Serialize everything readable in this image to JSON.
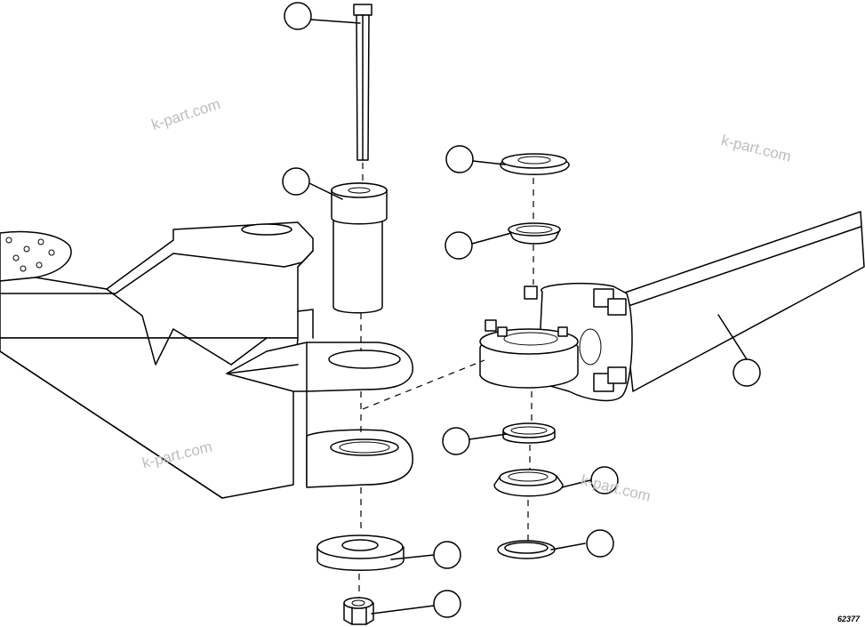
{
  "drawing": {
    "reference_number": "62377",
    "watermarks": [
      "k-part.com",
      "k-part.com",
      "k-part.com",
      "k-part.com"
    ]
  },
  "parts": [
    {
      "id": "bolt",
      "label": ""
    },
    {
      "id": "bushing",
      "label": ""
    },
    {
      "id": "upper-dust-cap",
      "label": ""
    },
    {
      "id": "upper-bearing",
      "label": ""
    },
    {
      "id": "steering-arm",
      "label": ""
    },
    {
      "id": "lower-bearing",
      "label": ""
    },
    {
      "id": "lower-bearing-cone",
      "label": ""
    },
    {
      "id": "shim-washer",
      "label": ""
    },
    {
      "id": "spacer-washer",
      "label": ""
    },
    {
      "id": "lock-nut",
      "label": ""
    }
  ]
}
